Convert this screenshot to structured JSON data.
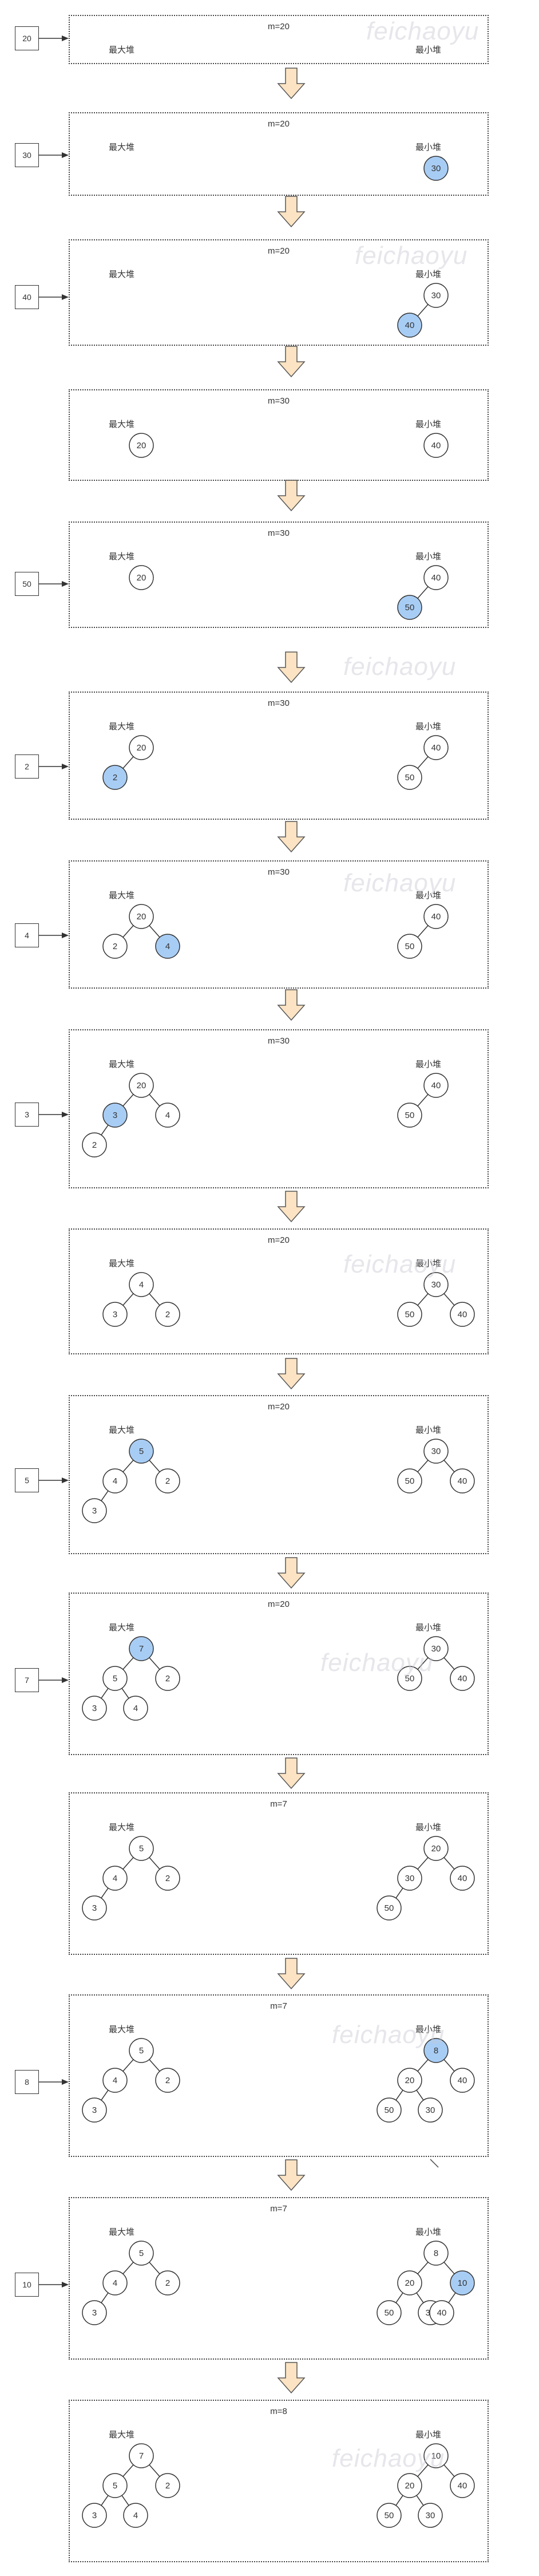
{
  "watermark": "feichaoyu",
  "colors": {
    "highlight": "#a8cdf5",
    "node_fill": "#ffffff",
    "stroke": "#333333",
    "arrow_fill": "#fbe3c3"
  },
  "heap_labels": {
    "max": "最大堆",
    "min": "最小堆"
  },
  "steps": [
    {
      "input": "20",
      "m": "m=20",
      "max_heap": {
        "nodes": [],
        "edges": []
      },
      "min_heap": {
        "nodes": [],
        "edges": []
      }
    },
    {
      "input": "30",
      "m": "m=20",
      "max_heap": {
        "nodes": [],
        "edges": []
      },
      "min_heap": {
        "nodes": [
          {
            "value": "30",
            "highlight": true
          }
        ],
        "edges": []
      }
    },
    {
      "input": "40",
      "m": "m=20",
      "max_heap": {
        "nodes": [],
        "edges": []
      },
      "min_heap": {
        "nodes": [
          {
            "value": "30",
            "highlight": false
          },
          {
            "value": "40",
            "highlight": true
          }
        ],
        "edges": [
          [
            0,
            1
          ]
        ]
      }
    },
    {
      "input": "",
      "m": "m=30",
      "max_heap": {
        "nodes": [
          {
            "value": "20",
            "highlight": false
          }
        ],
        "edges": []
      },
      "min_heap": {
        "nodes": [
          {
            "value": "40",
            "highlight": false
          }
        ],
        "edges": []
      }
    },
    {
      "input": "50",
      "m": "m=30",
      "max_heap": {
        "nodes": [
          {
            "value": "20",
            "highlight": false
          }
        ],
        "edges": []
      },
      "min_heap": {
        "nodes": [
          {
            "value": "40",
            "highlight": false
          },
          {
            "value": "50",
            "highlight": true
          }
        ],
        "edges": [
          [
            0,
            1
          ]
        ]
      }
    },
    {
      "input": "2",
      "m": "m=30",
      "max_heap": {
        "nodes": [
          {
            "value": "20",
            "highlight": false
          },
          {
            "value": "2",
            "highlight": true
          }
        ],
        "edges": [
          [
            0,
            1
          ]
        ]
      },
      "min_heap": {
        "nodes": [
          {
            "value": "40",
            "highlight": false
          },
          {
            "value": "50",
            "highlight": false
          }
        ],
        "edges": [
          [
            0,
            1
          ]
        ]
      }
    },
    {
      "input": "4",
      "m": "m=30",
      "max_heap": {
        "nodes": [
          {
            "value": "20",
            "highlight": false
          },
          {
            "value": "2",
            "highlight": false
          },
          {
            "value": "4",
            "highlight": true
          }
        ],
        "edges": [
          [
            0,
            1
          ],
          [
            0,
            2
          ]
        ]
      },
      "min_heap": {
        "nodes": [
          {
            "value": "40",
            "highlight": false
          },
          {
            "value": "50",
            "highlight": false
          }
        ],
        "edges": [
          [
            0,
            1
          ]
        ]
      }
    },
    {
      "input": "3",
      "m": "m=30",
      "max_heap": {
        "nodes": [
          {
            "value": "20",
            "highlight": false
          },
          {
            "value": "3",
            "highlight": true
          },
          {
            "value": "4",
            "highlight": false
          },
          {
            "value": "2",
            "highlight": false
          }
        ],
        "edges": [
          [
            0,
            1
          ],
          [
            0,
            2
          ],
          [
            1,
            3
          ]
        ]
      },
      "min_heap": {
        "nodes": [
          {
            "value": "40",
            "highlight": false
          },
          {
            "value": "50",
            "highlight": false
          }
        ],
        "edges": [
          [
            0,
            1
          ]
        ]
      }
    },
    {
      "input": "",
      "m": "m=20",
      "max_heap": {
        "nodes": [
          {
            "value": "4",
            "highlight": false
          },
          {
            "value": "3",
            "highlight": false
          },
          {
            "value": "2",
            "highlight": false
          }
        ],
        "edges": [
          [
            0,
            1
          ],
          [
            0,
            2
          ]
        ]
      },
      "min_heap": {
        "nodes": [
          {
            "value": "30",
            "highlight": false
          },
          {
            "value": "50",
            "highlight": false
          },
          {
            "value": "40",
            "highlight": false
          }
        ],
        "edges": [
          [
            0,
            1
          ],
          [
            0,
            2
          ]
        ]
      }
    },
    {
      "input": "5",
      "m": "m=20",
      "max_heap": {
        "nodes": [
          {
            "value": "5",
            "highlight": true
          },
          {
            "value": "4",
            "highlight": false
          },
          {
            "value": "2",
            "highlight": false
          },
          {
            "value": "3",
            "highlight": false
          }
        ],
        "edges": [
          [
            0,
            1
          ],
          [
            0,
            2
          ],
          [
            1,
            3
          ]
        ]
      },
      "min_heap": {
        "nodes": [
          {
            "value": "30",
            "highlight": false
          },
          {
            "value": "50",
            "highlight": false
          },
          {
            "value": "40",
            "highlight": false
          }
        ],
        "edges": [
          [
            0,
            1
          ],
          [
            0,
            2
          ]
        ]
      }
    },
    {
      "input": "7",
      "m": "m=20",
      "max_heap": {
        "nodes": [
          {
            "value": "7",
            "highlight": true
          },
          {
            "value": "5",
            "highlight": false
          },
          {
            "value": "2",
            "highlight": false
          },
          {
            "value": "3",
            "highlight": false
          },
          {
            "value": "4",
            "highlight": false
          }
        ],
        "edges": [
          [
            0,
            1
          ],
          [
            0,
            2
          ],
          [
            1,
            3
          ],
          [
            1,
            4
          ]
        ]
      },
      "min_heap": {
        "nodes": [
          {
            "value": "30",
            "highlight": false
          },
          {
            "value": "50",
            "highlight": false
          },
          {
            "value": "40",
            "highlight": false
          }
        ],
        "edges": [
          [
            0,
            1
          ],
          [
            0,
            2
          ]
        ]
      }
    },
    {
      "input": "",
      "m": "m=7",
      "max_heap": {
        "nodes": [
          {
            "value": "5",
            "highlight": false
          },
          {
            "value": "4",
            "highlight": false
          },
          {
            "value": "2",
            "highlight": false
          },
          {
            "value": "3",
            "highlight": false
          }
        ],
        "edges": [
          [
            0,
            1
          ],
          [
            0,
            2
          ],
          [
            1,
            3
          ]
        ]
      },
      "min_heap": {
        "nodes": [
          {
            "value": "20",
            "highlight": false
          },
          {
            "value": "30",
            "highlight": false
          },
          {
            "value": "40",
            "highlight": false
          },
          {
            "value": "50",
            "highlight": false
          }
        ],
        "edges": [
          [
            0,
            1
          ],
          [
            0,
            2
          ],
          [
            1,
            3
          ]
        ]
      }
    },
    {
      "input": "8",
      "m": "m=7",
      "max_heap": {
        "nodes": [
          {
            "value": "5",
            "highlight": false
          },
          {
            "value": "4",
            "highlight": false
          },
          {
            "value": "2",
            "highlight": false
          },
          {
            "value": "3",
            "highlight": false
          }
        ],
        "edges": [
          [
            0,
            1
          ],
          [
            0,
            2
          ],
          [
            1,
            3
          ]
        ]
      },
      "min_heap": {
        "nodes": [
          {
            "value": "8",
            "highlight": true
          },
          {
            "value": "20",
            "highlight": false
          },
          {
            "value": "40",
            "highlight": false
          },
          {
            "value": "50",
            "highlight": false
          },
          {
            "value": "30",
            "highlight": false
          }
        ],
        "edges": [
          [
            0,
            1
          ],
          [
            0,
            2
          ],
          [
            1,
            3
          ],
          [
            1,
            4
          ]
        ]
      }
    },
    {
      "input": "10",
      "m": "m=7",
      "max_heap": {
        "nodes": [
          {
            "value": "5",
            "highlight": false
          },
          {
            "value": "4",
            "highlight": false
          },
          {
            "value": "2",
            "highlight": false
          },
          {
            "value": "3",
            "highlight": false
          }
        ],
        "edges": [
          [
            0,
            1
          ],
          [
            0,
            2
          ],
          [
            1,
            3
          ]
        ]
      },
      "min_heap": {
        "nodes": [
          {
            "value": "8",
            "highlight": false
          },
          {
            "value": "20",
            "highlight": false
          },
          {
            "value": "10",
            "highlight": true
          },
          {
            "value": "50",
            "highlight": false
          },
          {
            "value": "30",
            "highlight": false
          },
          {
            "value": "40",
            "highlight": false
          }
        ],
        "edges": [
          [
            0,
            1
          ],
          [
            0,
            2
          ],
          [
            1,
            3
          ],
          [
            1,
            4
          ],
          [
            2,
            5
          ]
        ]
      }
    },
    {
      "input": "",
      "m": "m=8",
      "max_heap": {
        "nodes": [
          {
            "value": "7",
            "highlight": false
          },
          {
            "value": "5",
            "highlight": false
          },
          {
            "value": "2",
            "highlight": false
          },
          {
            "value": "3",
            "highlight": false
          },
          {
            "value": "4",
            "highlight": false
          }
        ],
        "edges": [
          [
            0,
            1
          ],
          [
            0,
            2
          ],
          [
            1,
            3
          ],
          [
            1,
            4
          ]
        ]
      },
      "min_heap": {
        "nodes": [
          {
            "value": "10",
            "highlight": false
          },
          {
            "value": "20",
            "highlight": false
          },
          {
            "value": "40",
            "highlight": false
          },
          {
            "value": "50",
            "highlight": false
          },
          {
            "value": "30",
            "highlight": false
          }
        ],
        "edges": [
          [
            0,
            1
          ],
          [
            0,
            2
          ],
          [
            1,
            3
          ],
          [
            1,
            4
          ]
        ]
      }
    }
  ]
}
